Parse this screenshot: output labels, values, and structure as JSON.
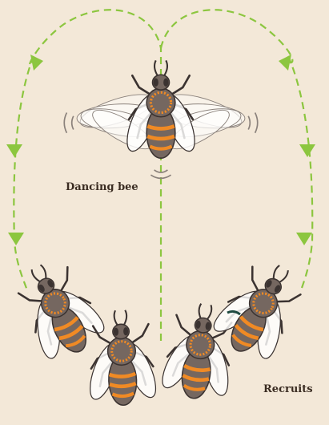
{
  "labels": {
    "dancing_bee": "Dancing bee",
    "recruits": "Recruits"
  },
  "colors": {
    "background": "#f3e8d8",
    "path": "#8cc63f",
    "bee_body": "#756760",
    "bee_stripe": "#f08a24",
    "wing": "#ffffff",
    "outline": "#3b3331"
  },
  "recruits": [
    {
      "id": "recruit-1"
    },
    {
      "id": "recruit-2"
    },
    {
      "id": "recruit-3"
    },
    {
      "id": "recruit-4"
    }
  ]
}
